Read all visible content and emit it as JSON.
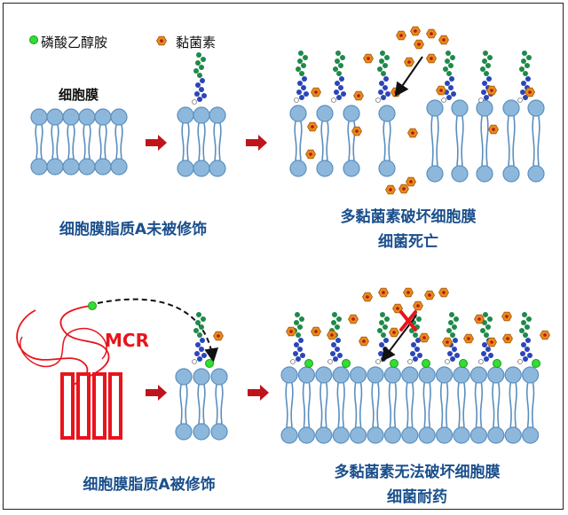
{
  "legend": {
    "pea_label": "磷酸乙醇胺",
    "polymyxin_label": "黏菌素"
  },
  "top": {
    "membrane_label": "细胞膜",
    "caption_left": "细胞膜脂质A未被修饰",
    "caption_right_line1": "多黏菌素破坏细胞膜",
    "caption_right_line2": "细菌死亡"
  },
  "bottom": {
    "enzyme_label": "MCR",
    "caption_left": "细胞膜脂质A被修饰",
    "caption_right_line1": "多黏菌素无法破坏细胞膜",
    "caption_right_line2": "细菌耐药"
  },
  "colors": {
    "lipid_head": "#8db8dc",
    "lipid_outline": "#5b8fbf",
    "arrow": "#c0141c",
    "caption": "#1a4f8c",
    "pea": "#33dd33",
    "polymyxin": "#e88a1a",
    "mcr": "#e8141c"
  }
}
